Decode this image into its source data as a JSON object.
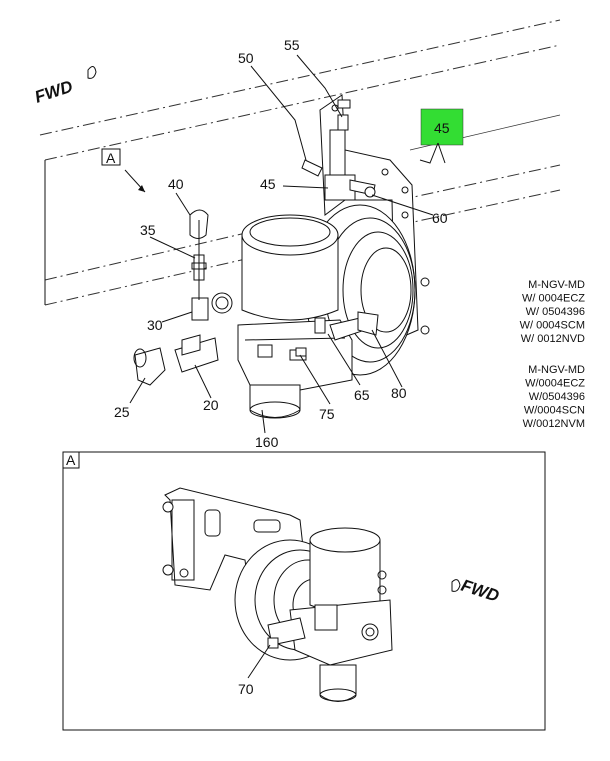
{
  "fwd_top": "FWD",
  "fwd_detail": "FWD",
  "view_label": "A",
  "detail_label": "A",
  "highlight_color": "#33dd33",
  "callouts": {
    "c55": "55",
    "c50": "50",
    "c45_box": "45",
    "c40": "40",
    "c45": "45",
    "c60": "60",
    "c35": "35",
    "c30": "30",
    "c25": "25",
    "c20": "20",
    "c75": "75",
    "c65": "65",
    "c80": "80",
    "c160": "160",
    "c70": "70"
  },
  "notes": {
    "group1": [
      "M-NGV-MD",
      "W/ 0004ECZ",
      "W/ 0504396",
      "W/ 0004SCM",
      "W/ 0012NVD"
    ],
    "group2": [
      "M-NGV-MD",
      "W/0004ECZ",
      "W/0504396",
      "W/0004SCN",
      "W/0012NVM"
    ]
  }
}
